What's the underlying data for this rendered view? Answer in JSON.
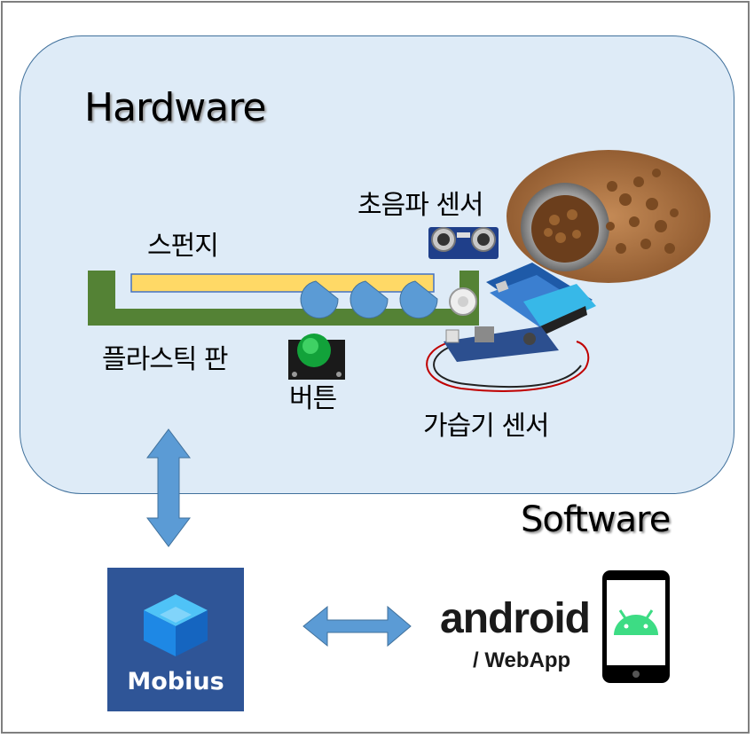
{
  "hardware": {
    "title": "Hardware",
    "components": {
      "sponge": "스펀지",
      "plastic_plate": "플라스틱 판",
      "button": "버튼",
      "ultrasonic_sensor": "초음파 센서",
      "humidity_sensor": "가습기 센서"
    }
  },
  "software": {
    "title": "Software",
    "mobius_label": "Mobius",
    "android_label": "android",
    "webapp_label": "/ WebApp"
  },
  "colors": {
    "hardware_box": "#deebf7",
    "plate": "#548235",
    "sponge": "#ffd966",
    "drops": "#5b9bd5",
    "arrows": "#5b9bd5",
    "mobius_bg": "#2f5597",
    "android_green": "#3ddc84"
  }
}
